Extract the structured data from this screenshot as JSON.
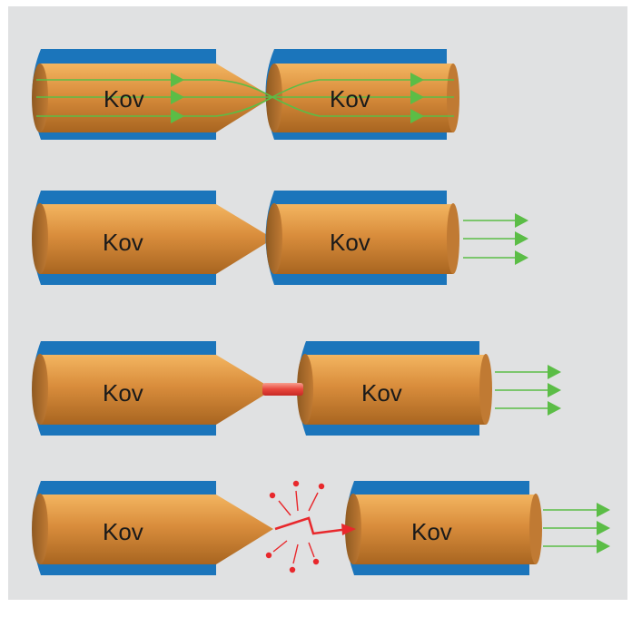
{
  "label": "Kov",
  "colors": {
    "background": "#e0e1e2",
    "insulation": "#1b75bb",
    "insulation_shade": "#14609c",
    "metal_light": "#f2a84e",
    "metal_mid": "#cf8535",
    "metal_dark": "#9a5e1f",
    "field": "#5bbd46",
    "spark": "#e8282c",
    "bridge": "#ef6a5a",
    "text": "#1a1a1a"
  },
  "panels": [
    {
      "id": "panel-1",
      "label_left": "Kov",
      "label_right": "Kov"
    },
    {
      "id": "panel-2",
      "label_left": "Kov",
      "label_right": "Kov"
    },
    {
      "id": "panel-3",
      "label_left": "Kov",
      "label_right": "Kov"
    },
    {
      "id": "panel-4",
      "label_left": "Kov",
      "label_right": "Kov"
    }
  ]
}
